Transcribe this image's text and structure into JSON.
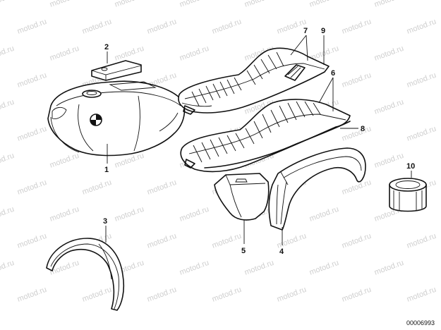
{
  "watermark": {
    "text": "motod.ru"
  },
  "callouts": {
    "c1": "1",
    "c2": "2",
    "c3": "3",
    "c4": "4",
    "c5": "5",
    "c6": "6",
    "c7": "7",
    "c8": "8",
    "c9": "9",
    "c10": "10"
  },
  "diagram_number": "00006993",
  "parts": [
    {
      "id": "1",
      "name": "fuel-tank"
    },
    {
      "id": "2",
      "name": "tank-lid"
    },
    {
      "id": "3",
      "name": "front-mudguard"
    },
    {
      "id": "4",
      "name": "rear-mudguard"
    },
    {
      "id": "5",
      "name": "side-cover"
    },
    {
      "id": "6",
      "name": "dual-seat"
    },
    {
      "id": "7",
      "name": "seat-insert"
    },
    {
      "id": "8",
      "name": "seat-trim"
    },
    {
      "id": "9",
      "name": "single-seat"
    },
    {
      "id": "10",
      "name": "spacer-ring"
    }
  ]
}
